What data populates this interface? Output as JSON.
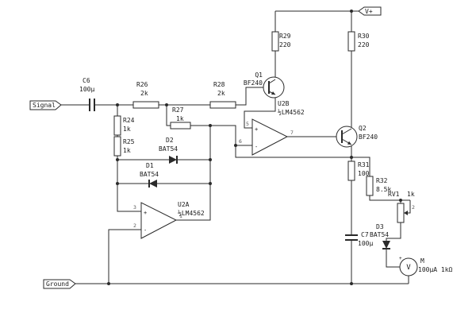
{
  "ports": {
    "signal": "Signal",
    "ground": "Ground",
    "vplus": "V+"
  },
  "components": {
    "c6": {
      "ref": "C6",
      "value": "100µ"
    },
    "r24": {
      "ref": "R24",
      "value": "1k"
    },
    "r25": {
      "ref": "R25",
      "value": "1k"
    },
    "r26": {
      "ref": "R26",
      "value": "2k"
    },
    "r27": {
      "ref": "R27",
      "value": "1k"
    },
    "r28": {
      "ref": "R28",
      "value": "2k"
    },
    "r29": {
      "ref": "R29",
      "value": "220"
    },
    "r30": {
      "ref": "R30",
      "value": "220"
    },
    "r31": {
      "ref": "R31",
      "value": "100"
    },
    "r32": {
      "ref": "R32",
      "value": "8.5k"
    },
    "rv1": {
      "ref": "RV1",
      "value": "1k"
    },
    "c7": {
      "ref": "C7",
      "value": "100µ"
    },
    "d1": {
      "ref": "D1",
      "value": "BAT54"
    },
    "d2": {
      "ref": "D2",
      "value": "BAT54"
    },
    "d3": {
      "ref": "D3",
      "value": "BAT54"
    },
    "q1": {
      "ref": "Q1",
      "value": "BF240"
    },
    "q2": {
      "ref": "Q2",
      "value": "BF240"
    },
    "u2a": {
      "ref": "U2A",
      "value": "½LM4562"
    },
    "u2b": {
      "ref": "U2B",
      "value": "½LM4562"
    },
    "m1": {
      "ref": "M",
      "value": "100µA 1kΩ",
      "dial": "V",
      "polarity": "+"
    }
  },
  "pins": {
    "u2a_plus": "3",
    "u2a_minus": "2",
    "u2a_out": "1",
    "u2b_plus": "5",
    "u2b_minus": "6",
    "u2b_out": "7",
    "rv1_wiper": "2",
    "plus": "+",
    "minus": "-"
  },
  "colors": {
    "wire": "#2a2a2a",
    "background": "#ffffff"
  }
}
